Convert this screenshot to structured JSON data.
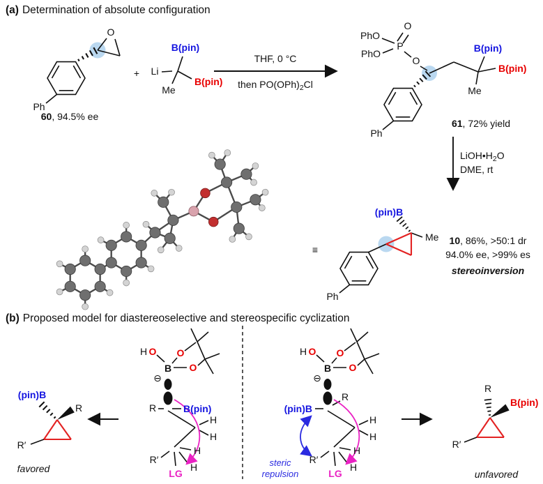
{
  "colors": {
    "blue": "#1515e0",
    "red": "#e80000",
    "magenta": "#ea21c3",
    "steric_blue": "#2a2ae0",
    "triangle_red": "#e32222",
    "highlight": "#b3d4ee"
  },
  "panel_a": {
    "tag": "(a)",
    "title": "Determination of absolute configuration",
    "c60": {
      "o": "O",
      "ph": "Ph",
      "num": "60",
      "caption": ", 94.5% ee"
    },
    "plus": "+",
    "reagent": {
      "bpin_blue": "B(pin)",
      "li": "Li",
      "me": "Me",
      "bpin_red": "B(pin)"
    },
    "arrow1": {
      "top": "THF, 0 °C",
      "b1": "then PO(OPh)",
      "bsub": "2",
      "b2": "Cl"
    },
    "c61": {
      "pho_top": "PhO",
      "pho_left": "PhO",
      "p": "P",
      "o_dbl": "O",
      "o_est": "O",
      "bpin_blue": "B(pin)",
      "bpin_red": "B(pin)",
      "me": "Me",
      "ph": "Ph",
      "num": "61",
      "caption": ", 72% yield"
    },
    "arrow2": {
      "l1a": "LiOH•H",
      "l1sub": "2",
      "l1b": "O",
      "l2": "DME, rt"
    },
    "equiv": "≡",
    "c10": {
      "bpin": "(pin)B",
      "me": "Me",
      "ph": "Ph",
      "num": "10",
      "cap1": ", 86%, >50:1 dr",
      "cap2": "94.0% ee, >99% es",
      "cap3": "stereoinversion"
    }
  },
  "panel_b": {
    "tag": "(b)",
    "title": "Proposed model for diastereoselective and stereospecific cyclization",
    "favored": {
      "bpin": "(pin)B",
      "r": "R",
      "rp": "R′",
      "caption": "favored"
    },
    "ts_left": {
      "h": "H",
      "o": "O",
      "b": "B",
      "charge": "⊖",
      "o1": "O",
      "o2": "O",
      "r": "R",
      "bpin": "B(pin)",
      "h1": "H",
      "h2": "H",
      "h3": "H",
      "h4": "H",
      "rp": "R′",
      "lg": "LG"
    },
    "ts_right": {
      "h": "H",
      "o": "O",
      "b": "B",
      "charge": "⊖",
      "o1": "O",
      "o2": "O",
      "r": "R",
      "bpin": "(pin)B",
      "h1": "H",
      "h2": "H",
      "h3": "H",
      "h4": "H",
      "rp": "R′",
      "lg": "LG",
      "steric1": "steric",
      "steric2": "repulsion"
    },
    "unfavored": {
      "r": "R",
      "bpin": "B(pin)",
      "rp": "R′",
      "caption": "unfavored"
    }
  }
}
